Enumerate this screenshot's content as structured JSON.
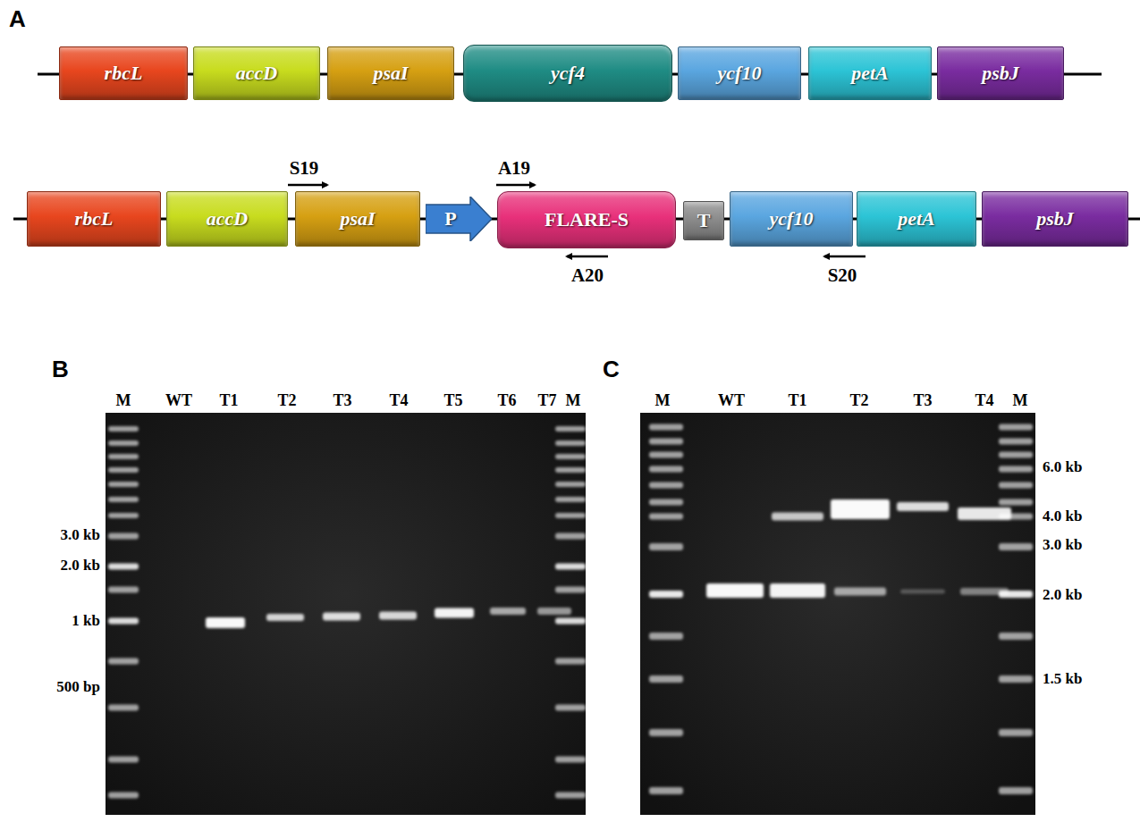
{
  "diagram": {
    "nodes": [
      {
        "text": [
          "rbcL"
        ]
      },
      {
        "text": [
          "accD"
        ]
      },
      {
        "text": [
          "psaI"
        ]
      },
      {
        "text": [
          "ycf4"
        ]
      },
      {
        "text": [
          "ycf10"
        ]
      },
      {
        "text": [
          "petA"
        ]
      },
      {
        "text": [
          "psbJ"
        ]
      },
      {
        "text": [
          "rbcL"
        ]
      },
      {
        "text": [
          "accD"
        ]
      },
      {
        "text": [
          "psaI"
        ]
      },
      {
        "text": [
          "P"
        ]
      },
      {
        "text": [
          "FLARE-S"
        ]
      },
      {
        "text": [
          "T"
        ]
      },
      {
        "text": [
          "ycf10"
        ]
      },
      {
        "text": [
          "petA"
        ]
      },
      {
        "text": [
          "psbJ"
        ]
      }
    ],
    "labels": [
      "A",
      "S19",
      "A19",
      "A20",
      "S20",
      "B",
      "M",
      "WT",
      "T1",
      "T2",
      "T3",
      "T4",
      "T5",
      "T6",
      "T7",
      "M",
      "3.0 kb",
      "2.0 kb",
      "1 kb",
      "500 bp",
      "C",
      "M",
      "WT",
      "T1",
      "T2",
      "T3",
      "T4",
      "M",
      "6.0 kb",
      "4.0 kb",
      "3.0 kb",
      "2.0 kb",
      "1.5 kb"
    ]
  }
}
